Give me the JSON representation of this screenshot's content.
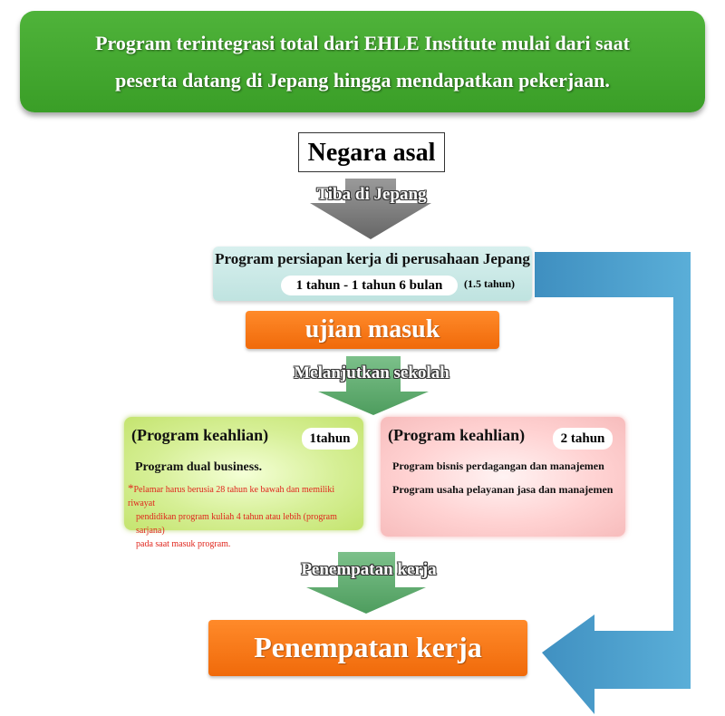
{
  "header": {
    "line1": "Program terintegrasi total dari EHLE Institute mulai dari saat",
    "line2": "peserta datang di Jepang hingga mendapatkan pekerjaan."
  },
  "origin": "Negara asal",
  "arrows": {
    "arrive": "Tiba di Jepang",
    "continue": "Melanjutkan sekolah",
    "placement": "Penempatan kerja"
  },
  "prep": {
    "title": "Program persiapan kerja di perusahaan Jepang",
    "duration": "1 tahun - 1 tahun 6 bulan",
    "note": "(1.5 tahun)"
  },
  "exam": "ujian masuk",
  "program1": {
    "title": "(Program keahlian)",
    "duration": "1tahun",
    "name": "Program dual business.",
    "note_mark": "*",
    "note_line1": "Pelamar harus berusia 28 tahun ke bawah dan memiliki riwayat",
    "note_line2": "pendidikan program kuliah 4 tahun atau lebih (program sarjana)",
    "note_line3": "pada saat masuk program."
  },
  "program2": {
    "title": "(Program keahlian)",
    "duration": "2 tahun",
    "item1": "Program bisnis perdagangan dan manajemen",
    "item2": "Program usaha pelayanan jasa dan manajemen"
  },
  "placement": "Penempatan kerja",
  "colors": {
    "header_green": "#3fa22c",
    "orange": "#f57a1a",
    "teal": "#c8e8e5",
    "arrow_gray": "#7a7a7a",
    "arrow_green": "#5aab6a",
    "side_arrow_blue": "#4a9fcc",
    "note_red": "#e0261d"
  }
}
